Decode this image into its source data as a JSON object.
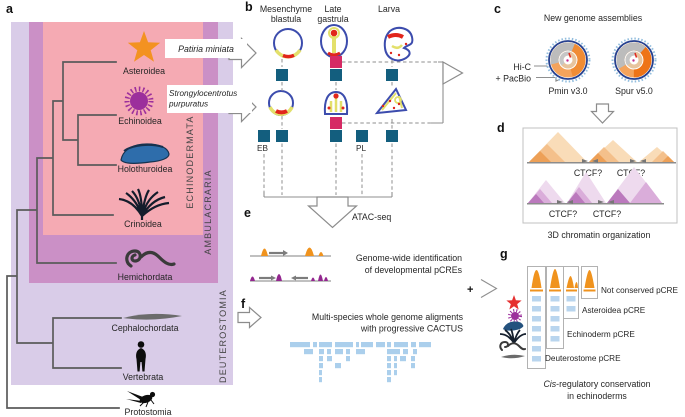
{
  "panel_letters": {
    "a": "a",
    "b": "b",
    "c": "c",
    "d": "d",
    "e": "e",
    "f": "f",
    "g": "g"
  },
  "panel_a": {
    "taxa": [
      "Asteroidea",
      "Echinoidea",
      "Holothuroidea",
      "Crinoidea",
      "Hemichordata",
      "Cephalochordata",
      "Vertebrata",
      "Protostomia"
    ],
    "clades": [
      "ECHINODERMATA",
      "AMBULACRARIA",
      "DEUTEROSTOMIA"
    ],
    "callouts": {
      "patiria": "Patiria miniata",
      "strong1": "Strongylocentrotus",
      "strong2": "purpuratus"
    }
  },
  "panel_b": {
    "stage1a": "Mesenchyme",
    "stage1b": "blastula",
    "stage2a": "Late",
    "stage2b": "gastrula",
    "stage3": "Larva",
    "eb": "EB",
    "pl": "PL",
    "assay": "ATAC-seq"
  },
  "panel_c": {
    "title": "New genome assemblies",
    "hic": "Hi-C",
    "pacbio": "+ PacBio",
    "asm1": "Pmin v3.0",
    "asm2": "Spur v5.0"
  },
  "panel_d": {
    "ctcf": "CTCF?",
    "caption": "3D chromatin organization"
  },
  "panel_e": {
    "line1": "Genome-wide identification",
    "line2": "of developmental pCREs"
  },
  "join": {
    "plus": "+"
  },
  "panel_f": {
    "line1": "Multi-species whole genome aligments",
    "line2": "with progressive CACTUS"
  },
  "panel_g": {
    "labels": [
      "Not conserved pCRE",
      "Asteroidea pCRE",
      "Echinoderm pCRE",
      "Deuterostome pCRE"
    ],
    "cap_italic": "Cis",
    "cap_rest": "-regulatory conservation",
    "cap2": "in echinoderms"
  },
  "colors": {
    "echinodermata_band": "#f5aab3",
    "ambulacraria_band": "#cb90c6",
    "deuterostomia_band": "#d9cce8",
    "sample_square_blue": "#135e7e",
    "sample_square_pink": "#d62a64",
    "atac_peak_orange": "#f0931e",
    "atac_peak_purple": "#93278f",
    "alignment_blue": "#abcfec",
    "tad_orange": "#f0a55a",
    "tad_purple": "#bb79bd",
    "embryo_outline": "#3c4cad"
  }
}
